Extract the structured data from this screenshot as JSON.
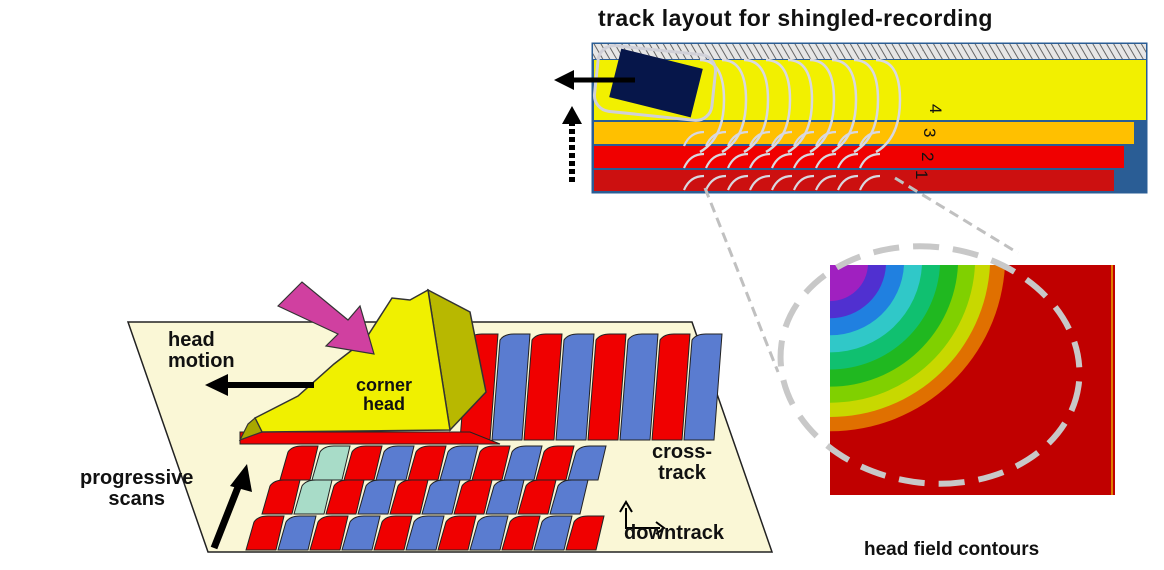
{
  "title": "track layout for shingled-recording",
  "labels": {
    "head_motion": [
      "head",
      "motion"
    ],
    "corner_head": [
      "corner",
      "head"
    ],
    "progressive_scans": [
      "progressive",
      "scans"
    ],
    "cross_track": [
      "cross-",
      "track"
    ],
    "downtrack": "downtrack",
    "head_field_contours": "head field contours"
  },
  "track_numbers": [
    "4",
    "3",
    "2",
    "1"
  ],
  "colors": {
    "track_4": "#f2f000",
    "track_3": "#ffc000",
    "track_2": "#f00000",
    "track_1": "#cc1010",
    "field_background": "#c00000",
    "head_arrow": "#d040a0",
    "substrate": "#faf7d6",
    "scan_red": "#f00000",
    "scan_blue": "#5a7cd0",
    "scan_teal": "#a8dcc8",
    "head_yellow": "#f0f000"
  },
  "contour_colors": [
    "#e07000",
    "#c8d800",
    "#80d000",
    "#20b820",
    "#10c070",
    "#30c8c8",
    "#2080e0",
    "#5030d0",
    "#a020c0"
  ]
}
